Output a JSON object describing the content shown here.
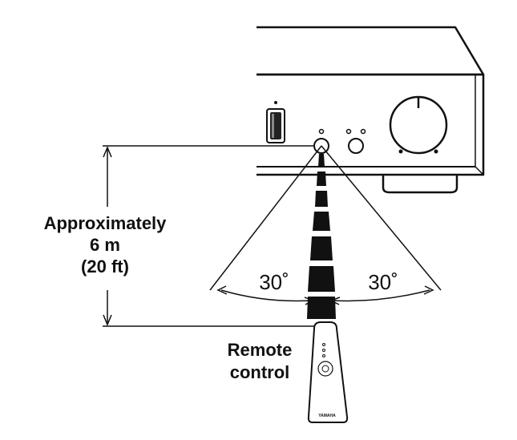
{
  "distance_label": {
    "line1": "Approximately",
    "line2": "6 m",
    "line3": "(20 ft)"
  },
  "angle_left": "30˚",
  "angle_right": "30˚",
  "remote_label": {
    "line1": "Remote",
    "line2": "control"
  },
  "remote_brand": "YAMAHA",
  "colors": {
    "line": "#111111",
    "device_fill": "#ffffff",
    "beam": "#111111"
  }
}
